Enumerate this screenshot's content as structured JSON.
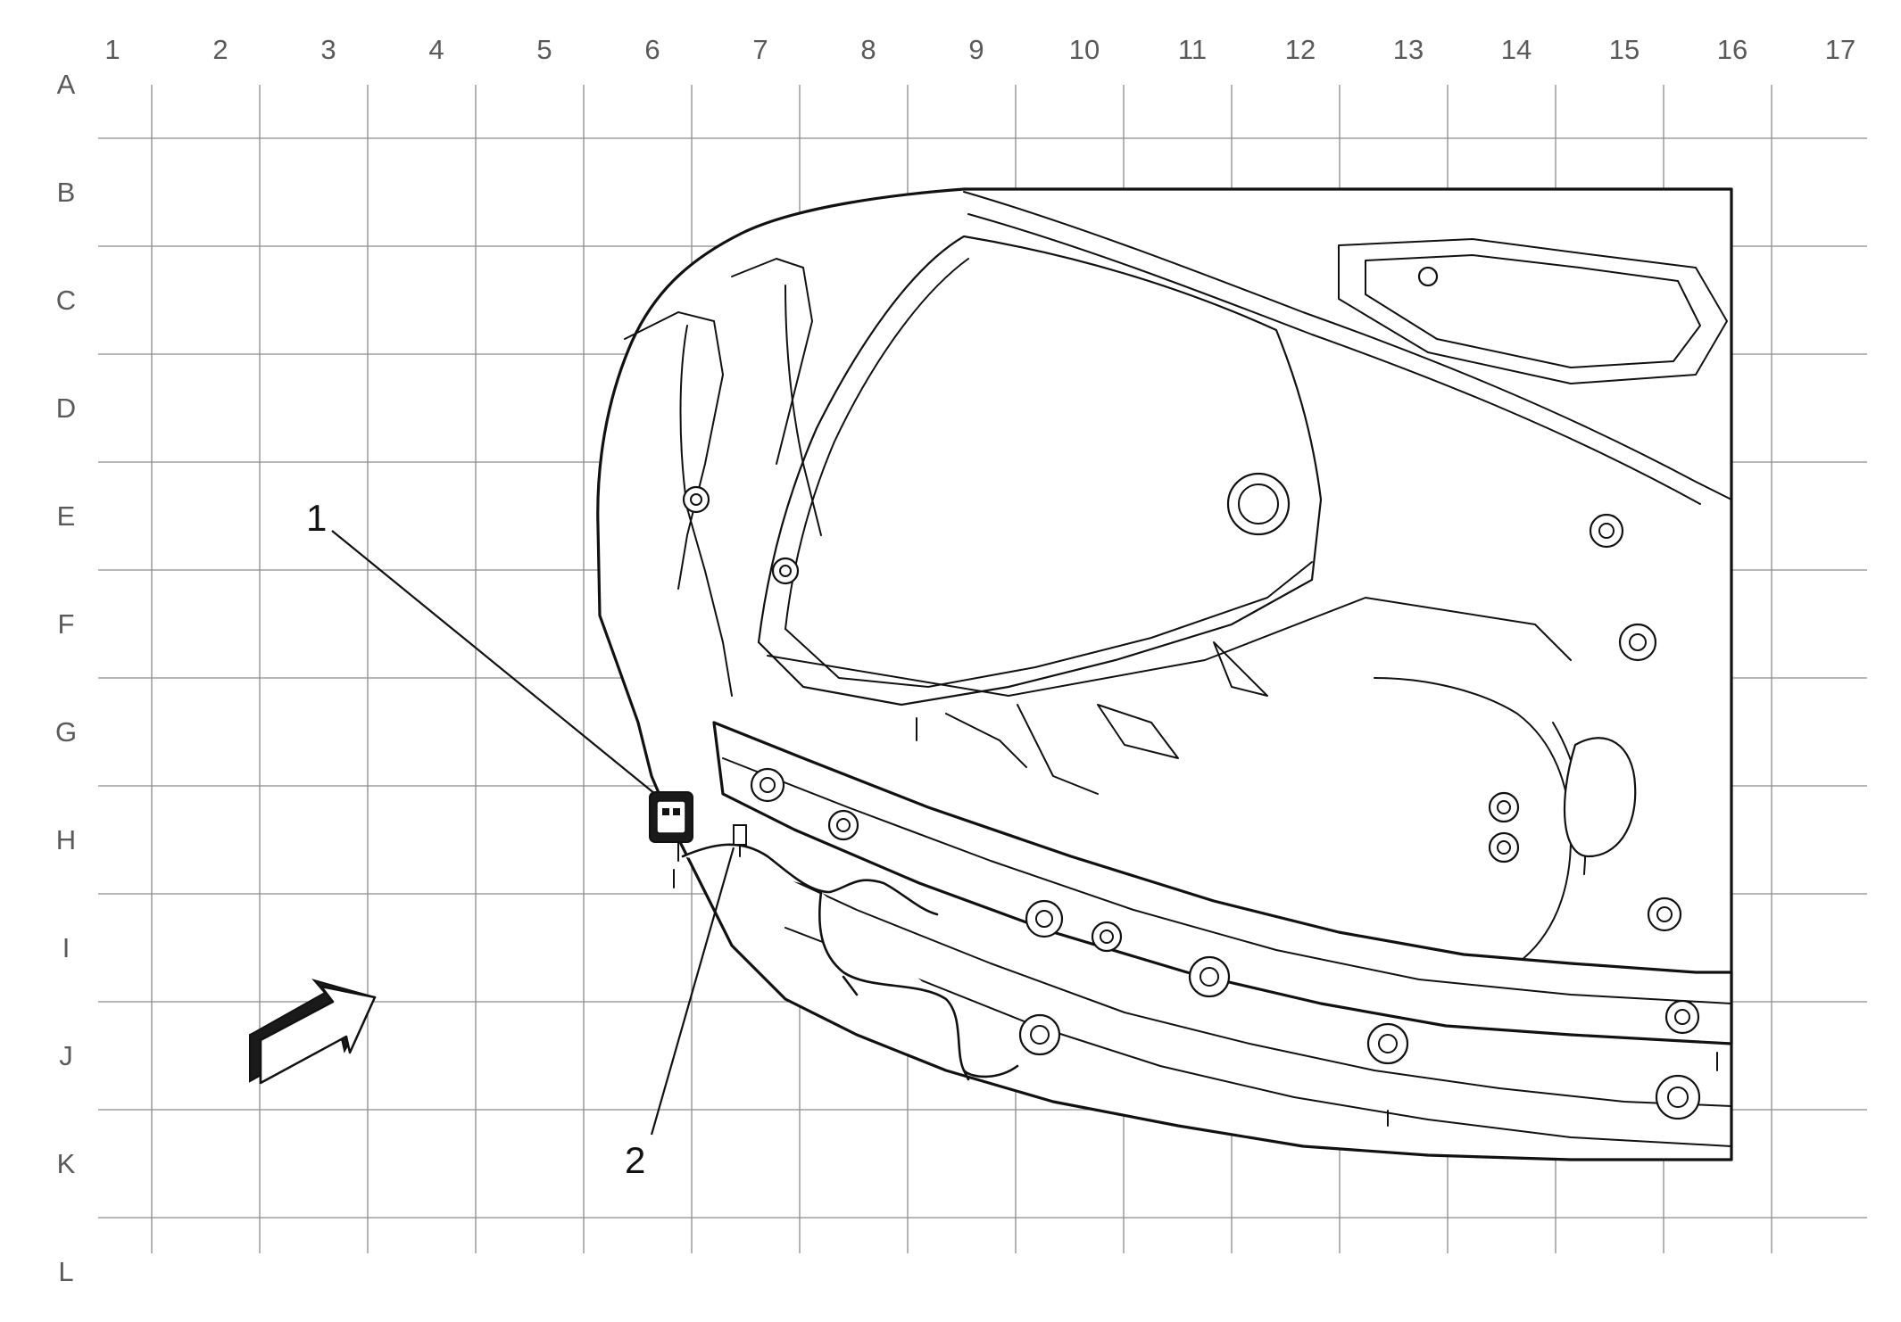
{
  "grid": {
    "columns": [
      "1",
      "2",
      "3",
      "4",
      "5",
      "6",
      "7",
      "8",
      "9",
      "10",
      "11",
      "12",
      "13",
      "14",
      "15",
      "16",
      "17"
    ],
    "rows": [
      "A",
      "B",
      "C",
      "D",
      "E",
      "F",
      "G",
      "H",
      "I",
      "J",
      "K",
      "L"
    ]
  },
  "callouts": [
    {
      "number": "1",
      "part": "connector"
    },
    {
      "number": "2",
      "part": "harness-fastener"
    }
  ],
  "view_arrow": {
    "icon": "view-direction-arrow-icon"
  },
  "colors": {
    "line": "#111111",
    "grid": "#8c8c8c",
    "label": "#5a5a5a",
    "background": "#ffffff"
  }
}
